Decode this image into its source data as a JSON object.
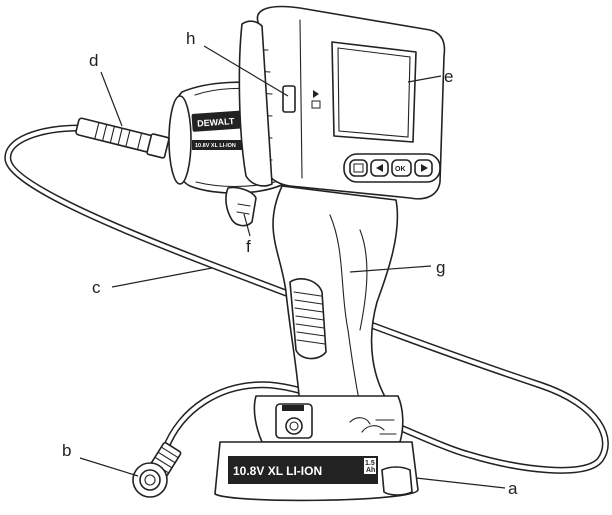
{
  "labels": {
    "a": "a",
    "b": "b",
    "c": "c",
    "d": "d",
    "e": "e",
    "f": "f",
    "g": "g",
    "h": "h"
  },
  "body": {
    "brand": "DEWALT",
    "rating": "10.8V XL LI-ION"
  },
  "battery": {
    "rating": "10.8V XL LI-ION",
    "capacity_value": "1.5",
    "capacity_unit": "Ah"
  },
  "screen_buttons": {
    "ok_label": "OK",
    "icons": [
      "menu-icon",
      "left-arrow-icon",
      "right-arrow-icon"
    ]
  },
  "screen_icons": [
    "play-icon",
    "camera-icon"
  ],
  "colors": {
    "line": "#222222",
    "background": "#ffffff"
  }
}
